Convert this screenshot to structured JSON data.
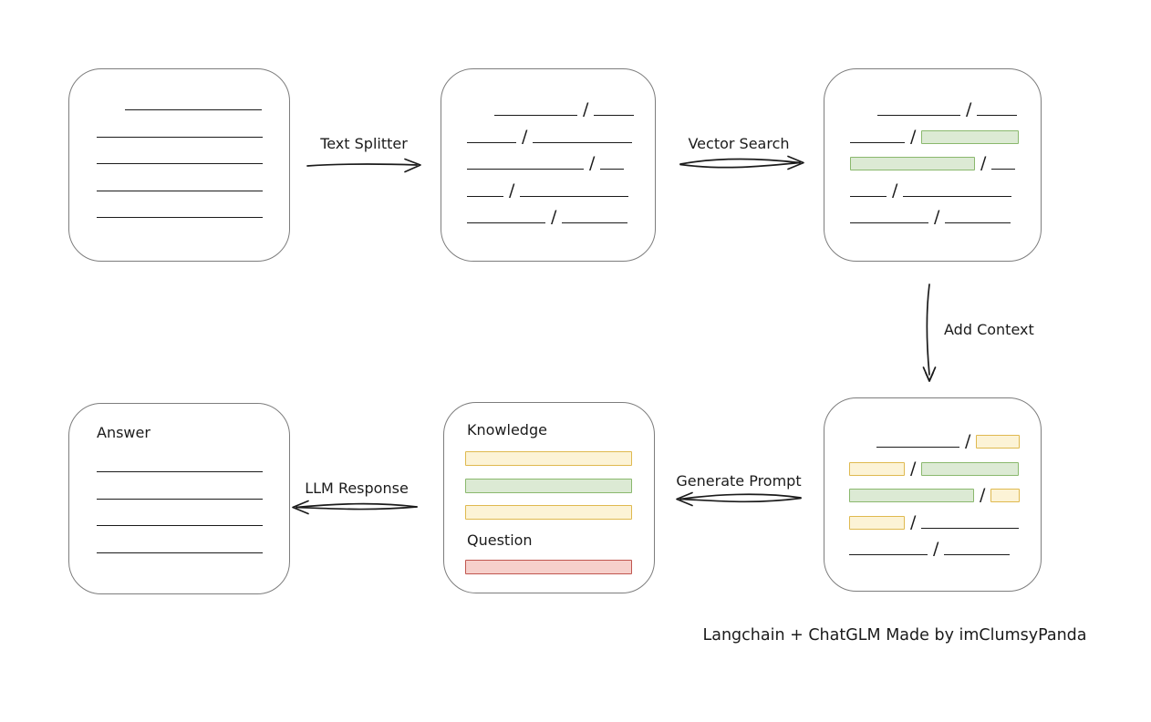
{
  "colors": {
    "ink": "#1b1b1b",
    "box_border": "#7d7d7d",
    "green_fill": "#dcead4",
    "green_border": "#8ab86d",
    "yellow_fill": "#fcf3d6",
    "yellow_border": "#dfb94f",
    "red_fill": "#f6d0cb",
    "red_border": "#c0564f"
  },
  "arrows": {
    "text_splitter": {
      "label": "Text Splitter",
      "direction": "right"
    },
    "vector_search": {
      "label": "Vector Search",
      "direction": "right"
    },
    "add_context": {
      "label": "Add Context",
      "direction": "down"
    },
    "generate_prompt": {
      "label": "Generate Prompt",
      "direction": "left"
    },
    "llm_response": {
      "label": "LLM Response",
      "direction": "left"
    }
  },
  "nodes": {
    "source_document": {
      "rows": [
        {
          "indent": 31,
          "segs": [
            {
              "t": "line",
              "w": 150
            }
          ]
        },
        {
          "segs": [
            {
              "t": "line",
              "w": 182
            }
          ]
        },
        {
          "segs": [
            {
              "t": "line",
              "w": 182
            }
          ]
        },
        {
          "segs": [
            {
              "t": "line",
              "w": 182
            }
          ]
        },
        {
          "segs": [
            {
              "t": "line",
              "w": 182
            }
          ]
        }
      ]
    },
    "split_chunks": {
      "rows": [
        {
          "indent": 30,
          "segs": [
            {
              "t": "line",
              "w": 91
            },
            {
              "t": "slash"
            },
            {
              "t": "line",
              "w": 44
            }
          ]
        },
        {
          "segs": [
            {
              "t": "line",
              "w": 54
            },
            {
              "t": "slash"
            },
            {
              "t": "line",
              "w": 109
            }
          ]
        },
        {
          "segs": [
            {
              "t": "line",
              "w": 128
            },
            {
              "t": "slash"
            },
            {
              "t": "line",
              "w": 26
            }
          ]
        },
        {
          "segs": [
            {
              "t": "line",
              "w": 40
            },
            {
              "t": "slash"
            },
            {
              "t": "line",
              "w": 119
            }
          ]
        },
        {
          "segs": [
            {
              "t": "line",
              "w": 86
            },
            {
              "t": "slash"
            },
            {
              "t": "line",
              "w": 72
            }
          ]
        }
      ]
    },
    "vector_matches": {
      "rows": [
        {
          "indent": 30,
          "segs": [
            {
              "t": "line",
              "w": 91
            },
            {
              "t": "slash"
            },
            {
              "t": "line",
              "w": 44
            }
          ]
        },
        {
          "segs": [
            {
              "t": "line",
              "w": 60
            },
            {
              "t": "slash"
            },
            {
              "t": "chunk",
              "c": "green",
              "w": 107
            }
          ]
        },
        {
          "segs": [
            {
              "t": "chunk",
              "c": "green",
              "w": 137
            },
            {
              "t": "slash"
            },
            {
              "t": "line",
              "w": 26
            }
          ]
        },
        {
          "segs": [
            {
              "t": "line",
              "w": 40
            },
            {
              "t": "slash"
            },
            {
              "t": "line",
              "w": 119
            }
          ]
        },
        {
          "segs": [
            {
              "t": "line",
              "w": 86
            },
            {
              "t": "slash"
            },
            {
              "t": "line",
              "w": 72
            }
          ]
        }
      ]
    },
    "context_chunks": {
      "rows": [
        {
          "indent": 30,
          "segs": [
            {
              "t": "line",
              "w": 91
            },
            {
              "t": "slash"
            },
            {
              "t": "chunk",
              "c": "yellow",
              "w": 48
            }
          ]
        },
        {
          "segs": [
            {
              "t": "chunk",
              "c": "yellow",
              "w": 61
            },
            {
              "t": "slash"
            },
            {
              "t": "chunk",
              "c": "green",
              "w": 107
            }
          ]
        },
        {
          "segs": [
            {
              "t": "chunk",
              "c": "green",
              "w": 137
            },
            {
              "t": "slash"
            },
            {
              "t": "chunk",
              "c": "yellow",
              "w": 32
            }
          ]
        },
        {
          "segs": [
            {
              "t": "chunk",
              "c": "yellow",
              "w": 61
            },
            {
              "t": "slash"
            },
            {
              "t": "line",
              "w": 107
            }
          ]
        },
        {
          "segs": [
            {
              "t": "line",
              "w": 86
            },
            {
              "t": "slash"
            },
            {
              "t": "line",
              "w": 72
            }
          ]
        }
      ]
    },
    "prompt": {
      "knowledge_label": "Knowledge",
      "question_label": "Question",
      "knowledge_bars": [
        {
          "c": "yellow"
        },
        {
          "c": "green"
        },
        {
          "c": "yellow"
        }
      ],
      "question_bars": [
        {
          "c": "red"
        }
      ]
    },
    "answer": {
      "label": "Answer",
      "rows": [
        {
          "segs": [
            {
              "t": "line",
              "w": 182
            }
          ]
        },
        {
          "segs": [
            {
              "t": "line",
              "w": 182
            }
          ]
        },
        {
          "segs": [
            {
              "t": "line",
              "w": 182
            }
          ]
        },
        {
          "segs": [
            {
              "t": "line",
              "w": 182
            }
          ]
        }
      ]
    }
  },
  "footer": {
    "credit": "Langchain + ChatGLM Made by imClumsyPanda"
  }
}
